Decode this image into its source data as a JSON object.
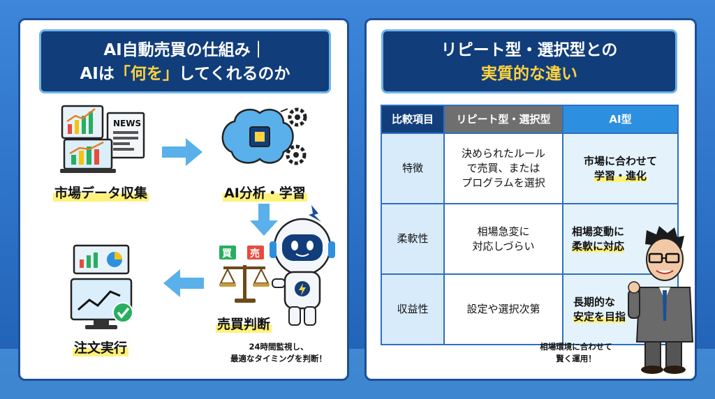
{
  "left": {
    "title_line1": "AI自動売買の仕組み｜",
    "title_line2_pre": "AIは",
    "title_line2_hl": "「何を」",
    "title_line2_post": "してくれるのか",
    "steps": {
      "collect": "市場データ収集",
      "analyze": "AI分析・学習",
      "decide": "売買判断",
      "execute": "注文実行"
    },
    "news_text": "NEWS",
    "buy_tag": "買",
    "sell_tag": "売",
    "note_line1": "24時間監視し、",
    "note_line2": "最適なタイミングを判断！"
  },
  "right": {
    "title_line1": "リピート型・選択型との",
    "title_line2": "実質的な違い",
    "table": {
      "headers": [
        "比較項目",
        "リピート型・選択型",
        "AI型"
      ],
      "rows": [
        {
          "item": "特徴",
          "repeat": [
            "決められたルール",
            "で売買、または",
            "プログラムを選択"
          ],
          "ai": [
            "市場に合わせて",
            "学習・進化"
          ]
        },
        {
          "item": "柔軟性",
          "repeat": [
            "相場急変に",
            "対応しづらい"
          ],
          "ai": [
            "相場変動に",
            "柔軟に対応"
          ]
        },
        {
          "item": "収益性",
          "repeat": [
            "設定や選択次第"
          ],
          "ai": [
            "長期的な",
            "安定を目指"
          ]
        }
      ]
    },
    "note_line1": "相場環境に合わせて",
    "note_line2": "賢く運用！"
  },
  "colors": {
    "navy": "#113d7a",
    "accent_yellow": "#ffd23f",
    "highlight": "#fff27a",
    "arrow_blue": "#5ab0ea"
  }
}
